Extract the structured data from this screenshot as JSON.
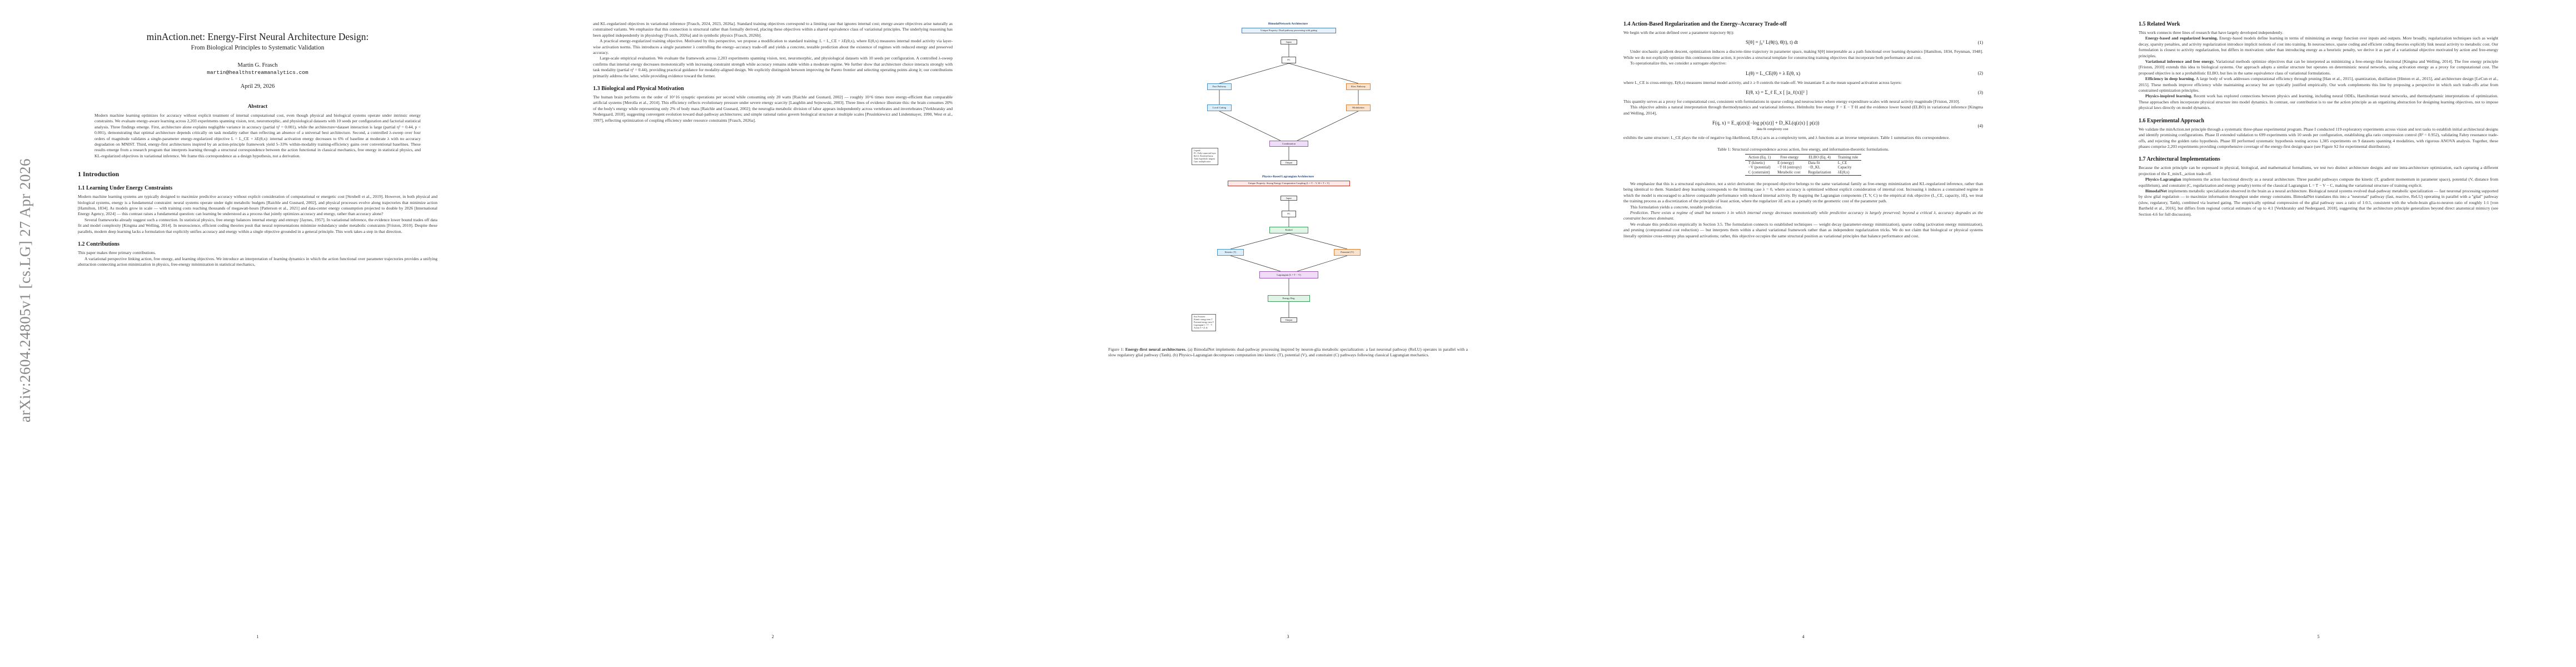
{
  "arxiv_id": "arXiv:2604.24805v1  [cs.LG]  27 Apr 2026",
  "paper": {
    "title": "minAction.net: Energy-First Neural Architecture Design:",
    "subtitle": "From Biological Principles to Systematic Validation",
    "author": "Martin G. Frasch",
    "email": "martin@healthstreamanalytics.com",
    "date": "April 29, 2026",
    "abstract_heading": "Abstract",
    "abstract": "Modern machine learning optimizes for accuracy without explicit treatment of internal computational cost, even though physical and biological systems operate under intrinsic energy constraints. We evaluate energy-aware learning across 2,203 experiments spanning vision, text, neuromorphic, and physiological datasets with 10 seeds per configuration and factorial statistical analysis. Three findings emerge. First, architecture alone explains negligible variance in accuracy (partial η² = 0.001), while the architecture×dataset interaction is large (partial η² = 0.44, p < 0.001), demonstrating that optimal architecture depends critically on task modality rather than reflecting an absence of a universal best architecture. Second, a controlled λ-sweep over four orders of magnitude validates a single-parameter energy-regularized objective L = L_CE + λE(θ,x): internal activation energy decreases to 6% of baseline at moderate λ with no accuracy degradation on MNIST. Third, energy-first architectures inspired by an action-principle framework yield 5–33% within-modality training-efficiency gains over conventional baselines. These results emerge from a research program that interprets learning through a structural correspondence between the action functional in classical mechanics, free energy in statistical physics, and KL-regularized objectives in variational inference. We frame this correspondence as a design hypothesis, not a derivation."
  },
  "page1": {
    "s1": "1   Introduction",
    "s1_1": "1.1   Learning Under Energy Constraints",
    "p1": "Modern machine learning systems are typically designed to maximize predictive accuracy without explicit consideration of computational or energetic cost [Strubell et al., 2019]. However, in both physical and biological systems, energy is a fundamental constraint: neural systems operate under tight metabolic budgets [Raichle and Gusnard, 2002], and physical processes evolve along trajectories that minimize action [Hamilton, 1834]. As models grow in scale — with training costs reaching thousands of megawatt-hours [Patterson et al., 2021] and data-center energy consumption projected to double by 2026 [International Energy Agency, 2024] — this contrast raises a fundamental question: can learning be understood as a process that jointly optimizes accuracy and energy, rather than accuracy alone?",
    "p2": "Several frameworks already suggest such a connection. In statistical physics, free energy balances internal energy and entropy [Jaynes, 1957]. In variational inference, the evidence lower bound trades off data fit and model complexity [Kingma and Welling, 2014]. In neuroscience, efficient coding theories posit that neural representations minimize redundancy under metabolic constraints [Friston, 2010]. Despite these parallels, modern deep learning lacks a formulation that explicitly unifies accuracy and energy within a single objective grounded in a general principle. This work takes a step in that direction.",
    "s1_2": "1.2   Contributions",
    "p3": "This paper makes three primary contributions.",
    "p4": "A variational perspective linking action, free energy, and learning objectives. We introduce an interpretation of learning dynamics in which the action functional over parameter trajectories provides a unifying abstraction connecting action minimization in physics, free-energy minimization in statistical mechanics,",
    "pnum": "1"
  },
  "page2": {
    "p1": "and KL-regularized objectives in variational inference [Frasch, 2024, 2023, 2026a]. Standard training objectives correspond to a limiting case that ignores internal cost; energy-aware objectives arise naturally as constrained variants. We emphasize that this connection is structural rather than formally derived, placing these objectives within a shared equivalence class of variational principles. The underlying reasoning has been applied independently in physiology [Frasch, 2026a] and in symbolic physics [Frasch, 2026b].",
    "p2": "A practical energy-regularized training objective. Motivated by this perspective, we propose a modification to standard training: L = L_CE + λE(θ,x), where E(θ,x) measures internal model activity via layer-wise activation norms. This introduces a single parameter λ controlling the energy–accuracy trade-off and yields a concrete, testable prediction about the existence of regimes with reduced energy and preserved accuracy.",
    "p3": "Large-scale empirical evaluation. We evaluate the framework across 2,203 experiments spanning vision, text, neuromorphic, and physiological datasets with 10 seeds per configuration. A controlled λ-sweep confirms that internal energy decreases monotonically with increasing constraint strength while accuracy remains stable within a moderate regime. We further show that architecture choice interacts strongly with task modality (partial η² = 0.44), providing practical guidance for modality-aligned design. We explicitly distinguish between improving the Pareto frontier and selecting operating points along it; our contributions primarily address the latter, while providing evidence toward the former.",
    "s1_3": "1.3   Biological and Physical Motivation",
    "p4": "The human brain performs on the order of 10^16 synaptic operations per second while consuming only 20 watts [Raichle and Gusnard, 2002] — roughly 10^6 times more energy-efficient than comparable artificial systems [Merolla et al., 2014]. This efficiency reflects evolutionary pressure under severe energy scarcity [Laughlin and Sejnowski, 2003]. Three lines of evidence illustrate this: the brain consumes 20% of the body's energy while representing only 2% of body mass [Raichle and Gusnard, 2002]; the neuroglia metabolic division of labor appears independently across vertebrates and invertebrates [Verkhratsky and Nedergaard, 2018], suggesting convergent evolution toward dual-pathway architectures; and simple rational ratios govern biological structure at multiple scales [Prusinkiewicz and Lindenmayer, 1990, West et al., 1997], reflecting optimization of coupling efficiency under resource constraints [Frasch, 2026a].",
    "pnum": "2"
  },
  "page3": {
    "diag1_title": "BimodalNetwork Architecture",
    "diag1_sub": "Unique Property: Dual-pathway processing with gating",
    "diag2_title": "Physics-Based Lagrangian Architecture",
    "diag2_sub": "Unique Property: Strong Energy-Computation Coupling (L = T − V, H = T + V)",
    "nodes1": [
      "Input",
      "Fast Pathway",
      "Slow Pathway",
      "Local Gating",
      "Modulation",
      "Combination",
      "Output"
    ],
    "nodes2": [
      "Input",
      "Kinetic (T)",
      "Potential (V)",
      "Lagrangian (L = T − V)",
      "Energy Reg.",
      "Output"
    ],
    "legend1": [
      "Legend:",
      "FC: Fully-connected layer",
      "ReLU: Rectified linear",
      "Tanh: hyperbolic tangent",
      "Gate: multiplicative"
    ],
    "legend2": [
      "Key Features:",
      "Kinetic energy term T",
      "Potential energy term V",
      "Lagrangian L = T − V",
      "Action S = ∫L dt"
    ],
    "caption_label": "Figure 1:",
    "caption_bold": "Energy-first neural architectures.",
    "caption": "(a) BimodalNet implements dual-pathway processing inspired by neuron-glia metabolic specialization: a fast neuronal pathway (ReLU) operates in parallel with a slow regulatory glial pathway (Tanh). (b) Physics-Lagrangian decomposes computation into kinetic (T), potential (V), and constraint (C) pathways following classical Lagrangian mechanics.",
    "pnum": "3"
  },
  "page4": {
    "s1_4": "1.4   Action-Based Regularization and the Energy–Accuracy Trade-off",
    "p1": "We begin with the action defined over a parameter trajectory θ(t):",
    "eq1": "S[θ] = ∫₀ᵀ L(θ(t), θ̇(t), t) dt",
    "eq1_num": "(1)",
    "p2": "Under stochastic gradient descent, optimization induces a discrete-time trajectory in parameter space, making S[θ] interpretable as a path functional over learning dynamics [Hamilton, 1834, Feynman, 1948]. While we do not explicitly optimize this continuous-time action, it provides a structural template for constructing training objectives that incorporate both performance and cost.",
    "p3": "To operationalize this, we consider a surrogate objective:",
    "eq2": "L(θ) = L_CE(θ) + λ E(θ, x)",
    "eq2_num": "(2)",
    "p4": "where L_CE is cross-entropy, E(θ,x) measures internal model activity, and λ ≥ 0 controls the trade-off. We instantiate E as the mean squared activation across layers:",
    "eq3": "E(θ, x) = Σ_ℓ E_x [ ||a_ℓ(x)||² ]",
    "eq3_num": "(3)",
    "p5": "This quantity serves as a proxy for computational cost, consistent with formulations in sparse coding and neuroscience where energy expenditure scales with neural activity magnitude [Friston, 2010].",
    "p6": "This objective admits a natural interpretation through thermodynamics and variational inference. Helmholtz free energy F = E − T·H and the evidence lower bound (ELBO) in variational inference [Kingma and Welling, 2014],",
    "eq4": "F(q, x) = E_q(z|x)[−log p(x|z)] + D_KL(q(z|x) || p(z))",
    "eq4_under": "data fit                    complexity cost",
    "eq4_num": "(4)",
    "p7": "exhibits the same structure: L_CE plays the role of negative log-likelihood, E(θ,x) acts as a complexity term, and λ functions as an inverse temperature. Table 1 summarizes this correspondence.",
    "table_caption": "Table 1: Structural correspondence across action, free energy, and information-theoretic formulations.",
    "table_headers": [
      "Action (Eq. 1)",
      "Free energy",
      "ELBO (Eq. 4)",
      "Training rule"
    ],
    "table_rows": [
      [
        "T (kinetic)",
        "E (energy)",
        "Data fit",
        "L_CE"
      ],
      [
        "−V (potential)",
        "−T·H (entropy)",
        "−D_KL",
        "Capacity"
      ],
      [
        "C (constraint)",
        "Metabolic cost",
        "Regularization",
        "λE(θ,x)"
      ]
    ],
    "p8": "We emphasize that this is a structural equivalence, not a strict derivation: the proposed objective belongs to the same variational family as free-energy minimization and KL-regularized inference, rather than being identical to them. Standard deep learning corresponds to the limiting case λ = 0, where accuracy is optimized without explicit consideration of internal cost. Increasing λ induces a constrained regime in which the model is encouraged to achieve comparable performance with reduced internal activity. By mapping the Lagrangian components (T, V, C) to the empirical risk objective (L_CE, capacity, λE), we treat the training process as a discretization of the principle of least action, where the regularizer λE acts as a penalty on the geometric cost of the parameter path.",
    "p9": "This formulation yields a concrete, testable prediction.",
    "p10": "Prediction. There exists a regime of small but nonzero λ in which internal energy decreases monotonically while predictive accuracy is largely preserved; beyond a critical λ, accuracy degrades as the constraint becomes dominant.",
    "p11": "We evaluate this prediction empirically in Section 3.5. The formulation connects to established techniques — weight decay (parameter-energy minimization), sparse coding (activation energy minimization), and pruning (computational cost reduction) — but interprets them within a shared variational framework rather than as independent regularization tricks. We do not claim that biological or physical systems literally optimize cross-entropy plus squared activations; rather, this objective occupies the same structural position as variational principles that balance performance and cost.",
    "pnum": "4"
  },
  "page5": {
    "s1_5": "1.5   Related Work",
    "p1": "This work connects three lines of research that have largely developed independently.",
    "p2_bold": "Energy-based and regularized learning.",
    "p2": "Energy-based models define learning in terms of minimizing an energy function over inputs and outputs. More broadly, regularization techniques such as weight decay, sparsity penalties, and activity regularization introduce implicit notions of cost into training. In neuroscience, sparse coding and efficient coding theories explicitly link neural activity to metabolic cost. Our formulation is closest to activity regularization, but differs in motivation: rather than introducing energy as a heuristic penalty, we derive it as part of a variational objective motivated by action and free-energy principles.",
    "p3_bold": "Variational inference and free energy.",
    "p3": "Variational methods optimize objectives that can be interpreted as minimizing a free-energy-like functional [Kingma and Welling, 2014]. The free energy principle [Friston, 2010] extends this idea to biological systems. Our approach adopts a similar structure but operates on deterministic neural networks, using activation energy as a proxy for computational cost. The proposed objective is not a probabilistic ELBO, but lies in the same equivalence class of variational formulations.",
    "p4_bold": "Efficiency in deep learning.",
    "p4": "A large body of work addresses computational efficiency through pruning [Han et al., 2015], quantization, distillation [Hinton et al., 2015], and architecture design [LeCun et al., 2015]. These methods improve efficiency while maintaining accuracy but are typically justified empirically. Our work complements this line by proposing a perspective in which such trade-offs arise from constrained optimization principles.",
    "p5_bold": "Physics-inspired learning.",
    "p5": "Recent work has explored connections between physics and learning, including neural ODEs, Hamiltonian neural networks, and thermodynamic interpretations of optimization. These approaches often incorporate physical structure into model dynamics. In contrast, our contribution is to use the action principle as an organizing abstraction for designing learning objectives, not to impose physical laws directly on model dynamics.",
    "s1_6": "1.6   Experimental Approach",
    "p6": "We validate the minAction.net principle through a systematic three-phase experimental program. Phase I conducted 119 exploratory experiments across vision and text tasks to establish initial architectural designs and identify promising configurations. Phase II extended validation to 699 experiments with 10 seeds per configuration, establishing glia ratio compression control (R² = 0.952), validating Fabry resonance trade-offs, and rejecting the golden ratio hypothesis. Phase III performed systematic hypothesis testing across 1,385 experiments on 9 datasets spanning 4 modalities, with rigorous ANOVA analysis. Together, these phases comprise 2,203 experiments providing comprehensive coverage of the energy-first design space (see Figure S2 for experimental distribution).",
    "s1_7": "1.7   Architectural Implementations",
    "p7": "Because the action principle can be expressed in physical, biological, and mathematical formalisms, we test two distinct architecture designs and one intra-architecture optimization, each capturing a different projection of the E_min/L_action trade-off.",
    "p8_bold": "Physics-Lagrangian",
    "p8": "implements the action functional directly as a neural architecture. Three parallel pathways compute the kinetic (T, gradient momentum in parameter space), potential (V, distance from equilibrium), and constraint (C, regularization and energy penalty) terms of the classical Lagrangian L = T − V − C, making the variational structure of training explicit.",
    "p9_bold": "BimodalNet",
    "p9": "implements metabolic specialization observed in the brain as a neural architecture. Biological neural systems evolved dual-pathway metabolic specialization — fast neuronal processing supported by slow glial regulation — to maximize information throughput under energy constraints. BimodalNet translates this into a \"neuronal\" pathway (fast, reactive, ReLU) operating in parallel with a \"glial\" pathway (slow, regulatory, Tanh), combined via learned gating. The empirically optimal compression of the glial pathway uses a ratio of 1:0.5, consistent with the whole-brain glia-to-neuron ratio of roughly 1:1 [von Bartheld et al., 2016], but differs from regional cortical estimates of up to 4:1 [Verkhratsky and Nedergaard, 2018], suggesting that the architecture principle generalizes beyond direct anatomical mimicry (see Section 4.6 for full discussion).",
    "pnum": "5"
  }
}
